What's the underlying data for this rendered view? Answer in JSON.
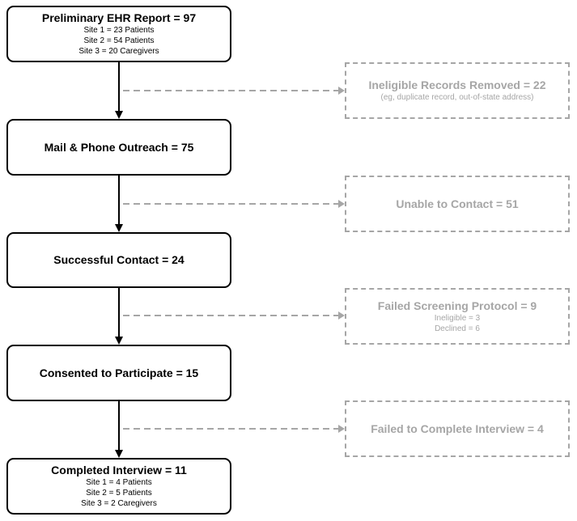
{
  "main_boxes": [
    {
      "title": "Preliminary EHR Report = 97",
      "lines": [
        "Site 1 = 23 Patients",
        "Site 2 = 54 Patients",
        "Site 3 = 20 Caregivers"
      ]
    },
    {
      "title": "Mail & Phone Outreach = 75",
      "lines": []
    },
    {
      "title": "Successful Contact = 24",
      "lines": []
    },
    {
      "title": "Consented to Participate = 15",
      "lines": []
    },
    {
      "title": "Completed Interview = 11",
      "lines": [
        "Site 1 = 4 Patients",
        "Site 2 = 5 Patients",
        "Site 3 = 2 Caregivers"
      ]
    }
  ],
  "side_boxes": [
    {
      "title": "Ineligible Records Removed = 22",
      "lines": [
        "(eg, duplicate record, out-of-state address)"
      ]
    },
    {
      "title": "Unable to Contact = 51",
      "lines": []
    },
    {
      "title": "Failed Screening Protocol = 9",
      "lines": [
        "Ineligible = 3",
        "Declined = 6"
      ]
    },
    {
      "title": "Failed to Complete Interview = 4",
      "lines": []
    }
  ],
  "colors": {
    "main_border": "#000000",
    "side_border": "#a6a6a6",
    "side_text": "#a6a6a6"
  }
}
